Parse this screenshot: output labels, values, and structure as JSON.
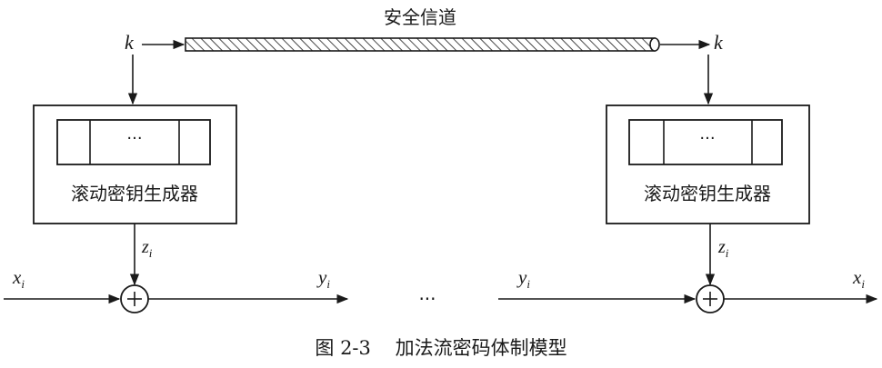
{
  "diagram": {
    "channel_label": "安全信道",
    "key_label": "k",
    "generator_label": "滚动密钥生成器",
    "register_dots": "···",
    "keystream_var": "z",
    "keystream_sub": "i",
    "plaintext_var": "x",
    "plaintext_sub": "i",
    "ciphertext_var": "y",
    "ciphertext_sub": "i",
    "xor_symbol": "+",
    "middle_dots": "···",
    "caption": "图 2-3    加法流密码体制模型"
  }
}
